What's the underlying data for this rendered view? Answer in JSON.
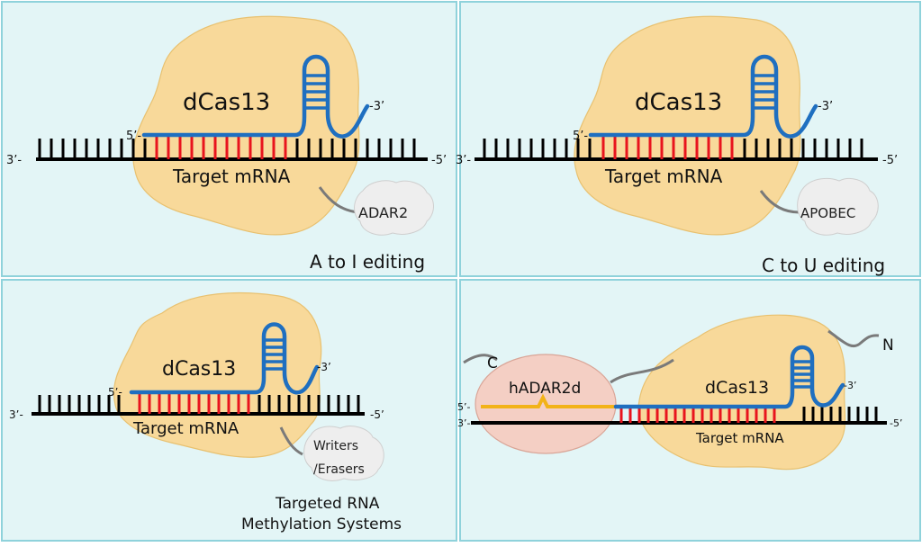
{
  "colors": {
    "panel_background": "#e3f5f6",
    "panel_border": "#8fd2db",
    "protein_fill": "#f8d99a",
    "guide_rna": "#1f6fc0",
    "base_pairs": "#e8141d",
    "target_rna": "#000000",
    "effector_cloud": "#eeeeee",
    "hadar2d_fill": "#f4cfc4",
    "hadar2d_strand": "#f2b318"
  },
  "panels": [
    {
      "protein": "dCas13",
      "guide_5prime": "5’-",
      "guide_3prime": "-3’",
      "rna_3prime": "3’-",
      "rna_5prime": "-5’",
      "target": "Target mRNA",
      "effector": "ADAR2",
      "caption": "A to I editing"
    },
    {
      "protein": "dCas13",
      "guide_5prime": "5’-",
      "guide_3prime": "-3’",
      "rna_3prime": "3’-",
      "rna_5prime": "-5’",
      "target": "Target mRNA",
      "effector": "APOBEC",
      "caption": "C to U editing"
    },
    {
      "protein": "dCas13",
      "guide_5prime": "5’-",
      "guide_3prime": "-3’",
      "rna_3prime": "3’-",
      "rna_5prime": "-5’",
      "target": "Target mRNA",
      "effector_line1": "Writers",
      "effector_line2": "/Erasers",
      "caption_line1": "Targeted RNA",
      "caption_line2": "Methylation Systems"
    },
    {
      "protein": "dCas13",
      "partner": "hADAR2d",
      "terminus_c": "C",
      "terminus_n": "N",
      "guide_5prime": "5’-",
      "guide_3prime": "-3’",
      "rna_3prime": "3’-",
      "rna_5prime": "-5’",
      "target": "Target mRNA"
    }
  ]
}
